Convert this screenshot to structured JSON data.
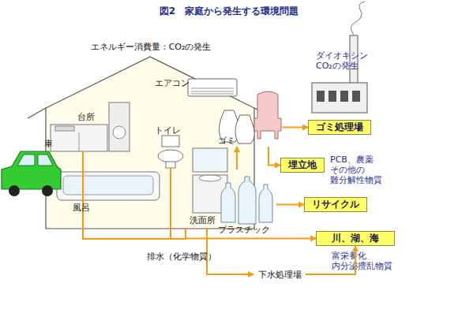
{
  "diagram": {
    "title": "図2　家庭から発生する環境問題",
    "nodes": [
      {
        "text": [
          "エネルギー消費量：CO₂の発生"
        ]
      },
      {
        "text": [
          "ゴミ"
        ]
      },
      {
        "text": [
          "ゴミ処理場"
        ]
      },
      {
        "text": [
          "埋立地"
        ]
      },
      {
        "text": [
          "プラスチック"
        ]
      },
      {
        "text": [
          "リサイクル"
        ]
      },
      {
        "text": [
          "川、湖、海"
        ]
      },
      {
        "text": [
          "下水処理場"
        ]
      }
    ],
    "edges": [
      {
        "from": 0,
        "to": 6,
        "label": "排水（化学物質）",
        "arrow": "to"
      },
      {
        "from": 0,
        "to": 7,
        "arrow": "to"
      },
      {
        "from": 1,
        "to": 2,
        "arrow": "to"
      },
      {
        "from": 1,
        "to": 3,
        "arrow": "to"
      },
      {
        "from": 4,
        "to": 5,
        "arrow": "to"
      },
      {
        "from": 4,
        "to": 1,
        "arrow": "to"
      },
      {
        "from": 7,
        "to": 6,
        "arrow": "to"
      }
    ],
    "labels": [
      "エアコン",
      "台所",
      "トイレ",
      "風呂",
      "洗面所",
      "車",
      "ダイオキシン CO₂の発生",
      "PCB、農薬 その他の 難分解性物質",
      "富栄養化 内分泌攪乱物質"
    ]
  }
}
